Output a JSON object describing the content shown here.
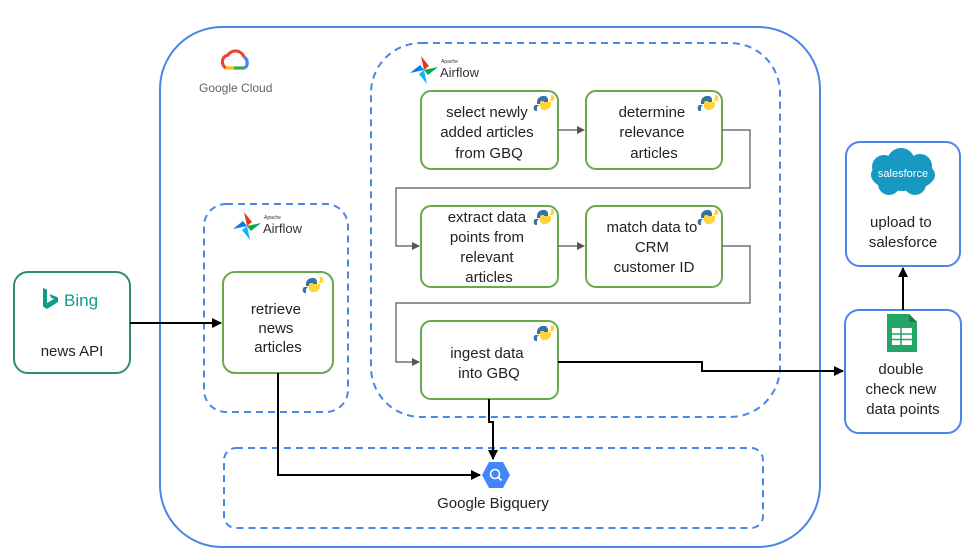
{
  "colors": {
    "cloud_border": "#4a86e8",
    "airflow_border": "#4a86e8",
    "task_border": "#6aa84f",
    "news_border": "#2e8b7a",
    "salesforce_blue": "#1798c1",
    "bing_teal": "#0f9d8a",
    "sheets_green": "#23a566",
    "bigquery_blue": "#4386fa",
    "arrow": "#000000",
    "arrow_gray": "#666666"
  },
  "google_cloud": {
    "logo_text": "Google Cloud"
  },
  "airflow_left": {
    "brand_small": "Apache",
    "brand": "Airflow"
  },
  "airflow_right": {
    "brand_small": "Apache",
    "brand": "Airflow"
  },
  "news_api": {
    "brand": "Bing",
    "lines": [
      "news API"
    ]
  },
  "retrieve": {
    "lines": [
      "retrieve",
      "news",
      "articles"
    ]
  },
  "tasks": {
    "select": {
      "lines": [
        "select newly",
        "added articles",
        "from GBQ"
      ]
    },
    "determine": {
      "lines": [
        "determine",
        "relevance",
        "articles"
      ]
    },
    "extract": {
      "lines": [
        "extract data",
        "points from",
        "relevant",
        "articles"
      ]
    },
    "match": {
      "lines": [
        "match data to",
        "CRM",
        "customer ID"
      ]
    },
    "ingest": {
      "lines": [
        "ingest data",
        "into GBQ"
      ]
    }
  },
  "bigquery": {
    "label": "Google Bigquery"
  },
  "salesforce": {
    "logo_text": "salesforce",
    "lines": [
      "upload to",
      "salesforce"
    ]
  },
  "double_check": {
    "lines": [
      "double",
      "check new",
      "data points"
    ]
  }
}
